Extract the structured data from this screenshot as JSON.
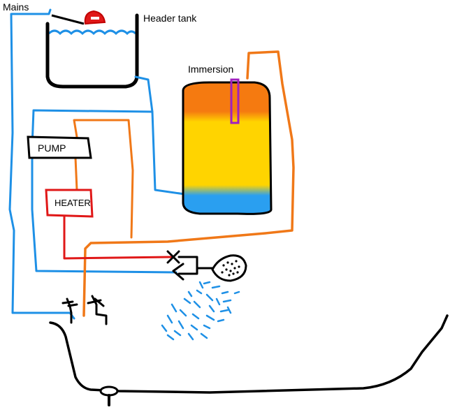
{
  "labels": {
    "mains": "Mains",
    "header_tank": "Header tank",
    "immersion": "Immersion",
    "pump": "PUMP",
    "heater": "HEATER"
  },
  "colors": {
    "cold_water": "#1e90e6",
    "hot_water": "#f07818",
    "heater_circuit": "#e01818",
    "tank_fill": "#ffd400",
    "tank_hot_top": "#f57a10",
    "tank_cold_bottom": "#2a9ff0",
    "immersion": "#a020c0",
    "float_valve": "#e01818",
    "outline": "#000000"
  },
  "icons": [
    "float-valve-icon",
    "bath-tap-icon",
    "shower-head-icon",
    "mixer-valve-icon",
    "bath-plug-icon"
  ]
}
